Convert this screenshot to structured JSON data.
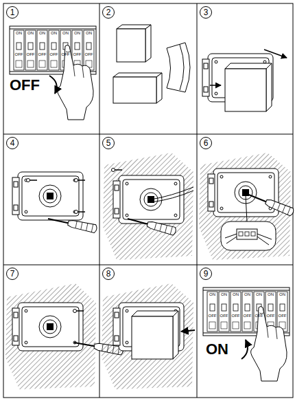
{
  "diagram": {
    "nodes": [
      {
        "text": [
          "1"
        ]
      },
      {
        "text": [
          "2"
        ]
      },
      {
        "text": [
          "3"
        ]
      },
      {
        "text": [
          "4"
        ]
      },
      {
        "text": [
          "5"
        ]
      },
      {
        "text": [
          "6"
        ]
      },
      {
        "text": [
          "7"
        ]
      },
      {
        "text": [
          "8"
        ]
      },
      {
        "text": [
          "9"
        ]
      }
    ],
    "labels": [
      "ON",
      "ON",
      "ON",
      "ON",
      "ON",
      "ON",
      "ON",
      "OFF",
      "OFF",
      "OFF",
      "OFF",
      "OFF",
      "OFF",
      "OFF",
      "OFF",
      "ON",
      "ON",
      "ON",
      "ON",
      "ON",
      "ON",
      "ON",
      "OFF",
      "OFF",
      "OFF",
      "OFF",
      "OFF",
      "OFF",
      "OFF",
      "ON"
    ]
  }
}
